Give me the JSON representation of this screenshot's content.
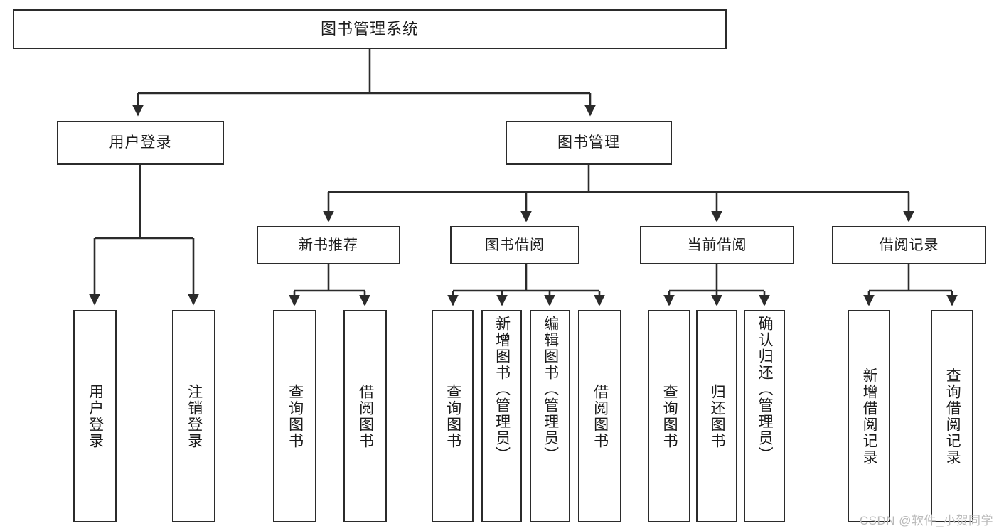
{
  "diagram": {
    "type": "hierarchy-tree",
    "root": {
      "label": "图书管理系统"
    },
    "level1": [
      {
        "label": "用户登录"
      },
      {
        "label": "图书管理"
      }
    ],
    "level2": [
      {
        "label": "新书推荐"
      },
      {
        "label": "图书借阅"
      },
      {
        "label": "当前借阅"
      },
      {
        "label": "借阅记录"
      }
    ],
    "leaves": {
      "user_login": [
        {
          "label": "用户登录"
        },
        {
          "label": "注销登录"
        }
      ],
      "new_book_recommend": [
        {
          "label": "查询图书"
        },
        {
          "label": "借阅图书"
        }
      ],
      "book_borrow": [
        {
          "label": "查询图书"
        },
        {
          "label": "新增图书（管理员）"
        },
        {
          "label": "编辑图书（管理员）"
        },
        {
          "label": "借阅图书"
        }
      ],
      "current_borrow": [
        {
          "label": "查询图书"
        },
        {
          "label": "归还图书"
        },
        {
          "label": "确认归还（管理员）"
        }
      ],
      "borrow_record": [
        {
          "label": "新增借阅记录"
        },
        {
          "label": "查询借阅记录"
        }
      ]
    }
  },
  "watermark": {
    "text": "CSDN @软件_小贺同学"
  },
  "colors": {
    "box_border": "#2b2b2b",
    "background": "#ffffff",
    "connector": "#2b2b2b",
    "watermark": "#b9b9b9"
  }
}
